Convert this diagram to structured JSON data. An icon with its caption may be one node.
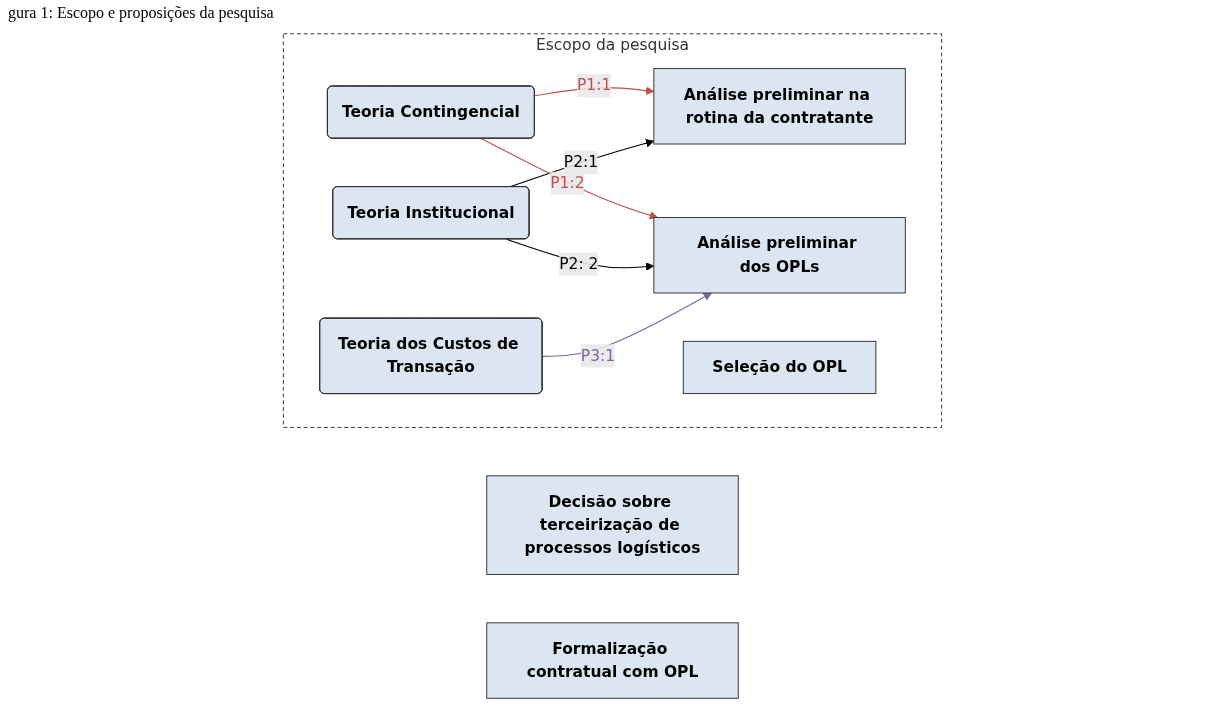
{
  "diagram": {
    "title": "gura 1: Escopo e proposições da pesquisa",
    "nodes": [
      {
        "text": [
          "Decisão sobre terceirização de processos logísticos"
        ]
      },
      {
        "text": [
          "Escopo da pesquisa"
        ]
      },
      {
        "text": [
          "Teoria Contingencial"
        ],
        "in": 1
      },
      {
        "text": [
          "Análise preliminar na rotina da contratante"
        ],
        "in": 1
      },
      {
        "text": [
          "Teoria Institucional"
        ],
        "in": 1
      },
      {
        "text": [
          "Análise preliminar dos OPLs"
        ],
        "in": 1
      },
      {
        "text": [
          "Teoria dos Custos de Transação"
        ],
        "in": 1
      },
      {
        "text": [
          "Seleção do OPL"
        ],
        "in": 1
      },
      {
        "text": [
          "Formalização contratual com OPL"
        ]
      }
    ],
    "edges": [
      {
        "from": 2,
        "to": 3,
        "arrow": "to",
        "label": "P1:1",
        "color": "#c0504d"
      },
      {
        "from": 4,
        "to": 3,
        "arrow": "to",
        "label": "P2:1",
        "color": "#000000"
      },
      {
        "from": 2,
        "to": 5,
        "arrow": "to",
        "label": "P1:2",
        "color": "#c0504d"
      },
      {
        "from": 4,
        "to": 5,
        "arrow": "to",
        "label": "P2: 2",
        "color": "#000000"
      },
      {
        "from": 6,
        "to": 5,
        "arrow": "to",
        "label": "P3:1",
        "color": "#8064a2"
      }
    ]
  }
}
